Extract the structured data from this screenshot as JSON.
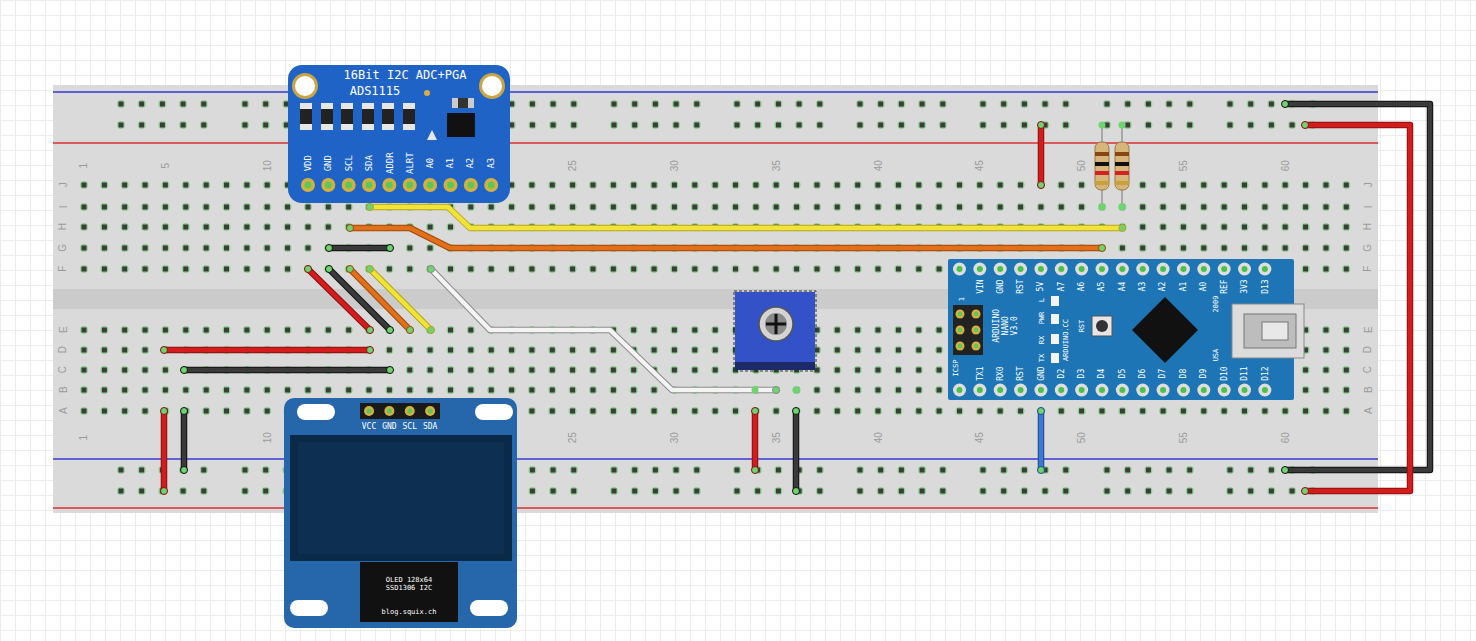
{
  "diagram": {
    "nodes": [
      {
        "text": [
          "16Bit I2C ADC+PGA",
          "ADS1115",
          "VDD",
          "GND",
          "SCL",
          "SDA",
          "ADDR",
          "ALRT",
          "A0",
          "A1",
          "A2",
          "A3"
        ]
      },
      {
        "text": [
          "VIN",
          "GND",
          "RST",
          "5V",
          "A7",
          "A6",
          "A5",
          "A4",
          "A3",
          "A2",
          "A1",
          "A0",
          "REF",
          "3V3",
          "D13",
          "TX1",
          "RX0",
          "RST",
          "GND",
          "D2",
          "D3",
          "D4",
          "D5",
          "D6",
          "D7",
          "D8",
          "D9",
          "D10",
          "D11",
          "D12",
          "ARDUINO NANO V3.0",
          "ICSP",
          "1",
          "L",
          "PWR",
          "RX",
          "TX",
          "RST",
          "ARDUINO.CC",
          "2009",
          "USA"
        ]
      },
      {
        "text": [
          "VCC",
          "GND",
          "SCL",
          "SDA",
          "OLED 128x64 SSD1306 I2C",
          "blog.squix.ch"
        ]
      }
    ],
    "labels": [
      "1",
      "5",
      "10",
      "25",
      "30",
      "35",
      "40",
      "45",
      "50",
      "55",
      "60",
      "J",
      "I",
      "H",
      "G",
      "F",
      "J",
      "I",
      "H",
      "G",
      "F",
      "E",
      "D",
      "C",
      "B",
      "A",
      "E",
      "D",
      "C",
      "B",
      "A",
      "1",
      "10",
      "25",
      "30",
      "35",
      "40",
      "45",
      "50",
      "55",
      "60"
    ]
  }
}
